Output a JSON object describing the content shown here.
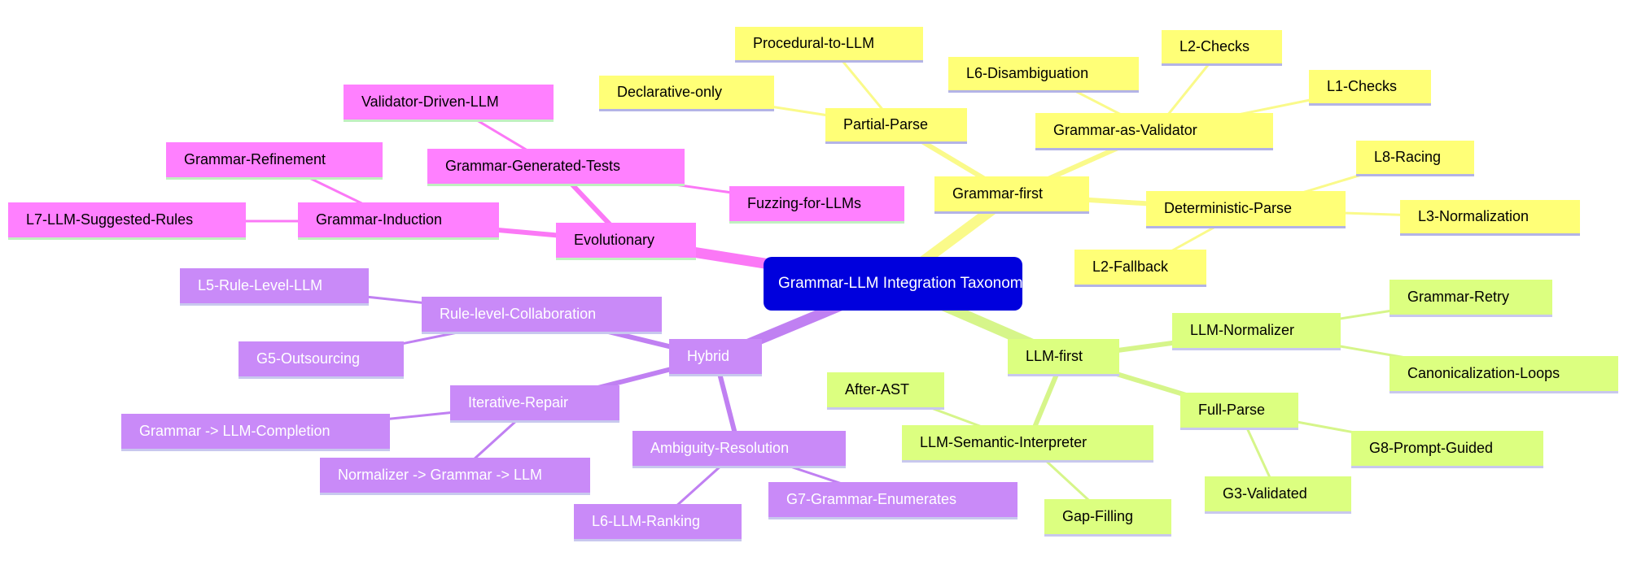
{
  "colors": {
    "root": "#0000dd",
    "grammar_first": "#ffff77",
    "grammar_first_edge": "#fafa8a",
    "grammar_first_border": "#b3b3e6",
    "llm_first": "#dcff80",
    "llm_first_edge": "#d6f58a",
    "llm_first_border": "#c8c8ee",
    "hybrid": "#c98af8",
    "hybrid_edge": "#c080f2",
    "hybrid_border": "#c8c8ee",
    "evolutionary": "#ff80ff",
    "evolutionary_edge": "#fb78f6",
    "evolutionary_border": "#c0f0c0"
  },
  "root": {
    "label": "Grammar-LLM Integration Taxonomy"
  },
  "grammar_first": {
    "label": "Grammar-first",
    "partial_parse": {
      "label": "Partial-Parse",
      "children": [
        "Procedural-to-LLM",
        "Declarative-only"
      ]
    },
    "grammar_as_validator": {
      "label": "Grammar-as-Validator",
      "children": [
        "L6-Disambiguation",
        "L2-Checks",
        "L1-Checks"
      ]
    },
    "deterministic_parse": {
      "label": "Deterministic-Parse",
      "children": [
        "L8-Racing",
        "L3-Normalization",
        "L2-Fallback"
      ]
    }
  },
  "llm_first": {
    "label": "LLM-first",
    "llm_normalizer": {
      "label": "LLM-Normalizer",
      "children": [
        "Grammar-Retry",
        "Canonicalization-Loops"
      ]
    },
    "full_parse": {
      "label": "Full-Parse",
      "children": [
        "G8-Prompt-Guided",
        "G3-Validated"
      ]
    },
    "llm_semantic_interpreter": {
      "label": "LLM-Semantic-Interpreter",
      "children": [
        "After-AST",
        "Gap-Filling"
      ]
    }
  },
  "hybrid": {
    "label": "Hybrid",
    "rule_level": {
      "label": "Rule-level-Collaboration",
      "children": [
        "L5-Rule-Level-LLM",
        "G5-Outsourcing"
      ]
    },
    "iterative_repair": {
      "label": "Iterative-Repair",
      "children": [
        "Grammar -> LLM-Completion",
        "Normalizer -> Grammar -> LLM"
      ]
    },
    "ambiguity_resolution": {
      "label": "Ambiguity-Resolution",
      "children": [
        "L6-LLM-Ranking",
        "G7-Grammar-Enumerates"
      ]
    }
  },
  "evolutionary": {
    "label": "Evolutionary",
    "grammar_generated_tests": {
      "label": "Grammar-Generated-Tests",
      "children": [
        "Validator-Driven-LLM",
        "Fuzzing-for-LLMs"
      ]
    },
    "grammar_induction": {
      "label": "Grammar-Induction",
      "children": [
        "Grammar-Refinement",
        "L7-LLM-Suggested-Rules"
      ]
    }
  }
}
